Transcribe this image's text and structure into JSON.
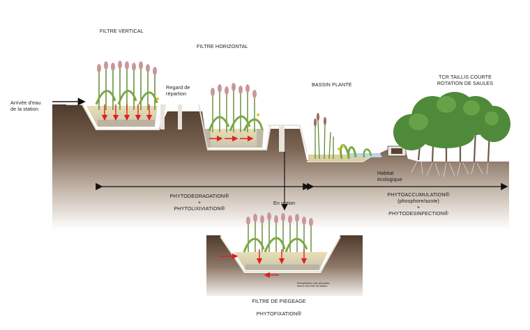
{
  "labels": {
    "filtre_vertical": "FILTRE VERTICAL",
    "filtre_horizontal": "FILTRE HORIZONTAL",
    "bassin_plante": "BASSIN PLANTE",
    "tcr_line1": "TCR TAILLIS COURTE",
    "tcr_line2": "ROTATION DE SAULES",
    "arrivee_line1": "Arrivée d'eau",
    "arrivee_line2": "de la station",
    "regard_line1": "Regard de",
    "regard_line2": "répartion",
    "habitat_line1": "Habitat",
    "habitat_line2": "écologique",
    "phytodegradation": "PHYTODEGRADATION",
    "plus1": "+",
    "phytolixiviation": "PHYTOLIXIVIATION",
    "phytoaccumulation": "PHYTOACCUMULATION",
    "phosphore_azote": "(phosphore/azote)",
    "plus2": "+",
    "phytodesinfection": "PHYTODESINFECTION",
    "en_option": "En option",
    "recuperation_line1": "Récupération des percolats",
    "recuperation_line2": "retour vers tête de station",
    "filtre_piegeage": "FILTRE DE PIEGEAGE",
    "phytofixation": "PHYTOFIXATION",
    "registered": "®"
  },
  "colors": {
    "soil_dark": "#5a4232",
    "soil_mid": "#8a7260",
    "soil_light": "#e8e0d8",
    "gravel": "#cfc8b8",
    "reed_green": "#6f9a3c",
    "reed_plume": "#c9969a",
    "tree_green": "#4f8a3a",
    "arrow_red": "#e0201c",
    "arrow_black": "#111111"
  }
}
